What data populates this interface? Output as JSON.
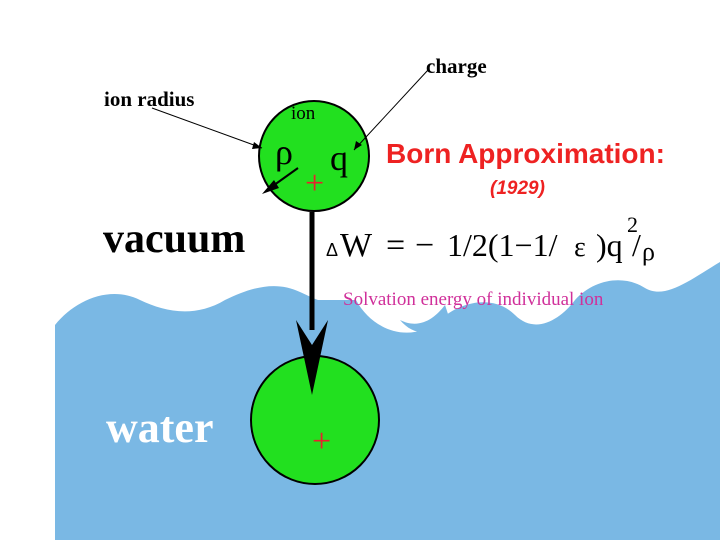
{
  "labels": {
    "charge": "charge",
    "ion_radius": "ion radius",
    "ion": "ion",
    "rho": "ρ",
    "q": "q",
    "plus": "+",
    "vacuum": "vacuum",
    "water": "water"
  },
  "born": {
    "title": "Born Approximation:",
    "year": "(1929)"
  },
  "equation": {
    "delta": "Δ",
    "w": "W",
    "equals": "=",
    "minus": "−",
    "body": "1/2(1−1/",
    "epsilon": "ε",
    "close": ")q",
    "slash": "/",
    "rho": "ρ",
    "exponent": "2"
  },
  "caption": "Solvation energy of individual ion",
  "colors": {
    "water": "#7ab8e4",
    "ion_fill": "#22e01f",
    "plus_red": "#e8212e",
    "born_red": "#ee2222",
    "caption_magenta": "#d0309a",
    "ink": "#000000",
    "water_text": "#ffffff"
  }
}
